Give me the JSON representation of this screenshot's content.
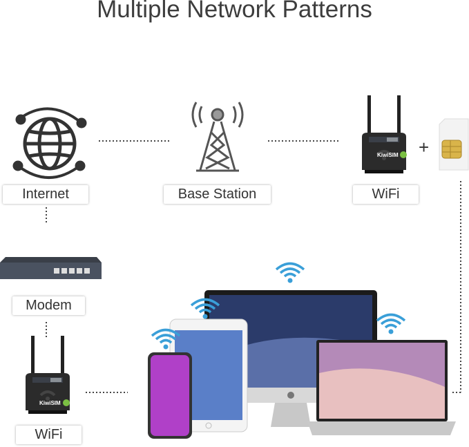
{
  "title": "Multiple Network Patterns",
  "nodes": {
    "internet": {
      "label": "Internet",
      "icon": "globe-icon"
    },
    "base_station": {
      "label": "Base Station",
      "icon": "cell-tower-icon"
    },
    "wifi_top": {
      "label": "WiFi",
      "icon": "router-icon",
      "plus": "+",
      "extra_icon": "sim-card-icon"
    },
    "modem": {
      "label": "Modem",
      "icon": "modem-icon"
    },
    "wifi_bottom": {
      "label": "WiFi",
      "icon": "router-icon"
    }
  },
  "brand": "KiwiSIM",
  "devices": [
    "phone",
    "tablet",
    "desktop",
    "laptop"
  ],
  "colors": {
    "wifi_signal": "#3a9fd8",
    "router": "#2a2a2a",
    "text": "#3d3d3d",
    "sim_chip": "#d9b44a"
  }
}
